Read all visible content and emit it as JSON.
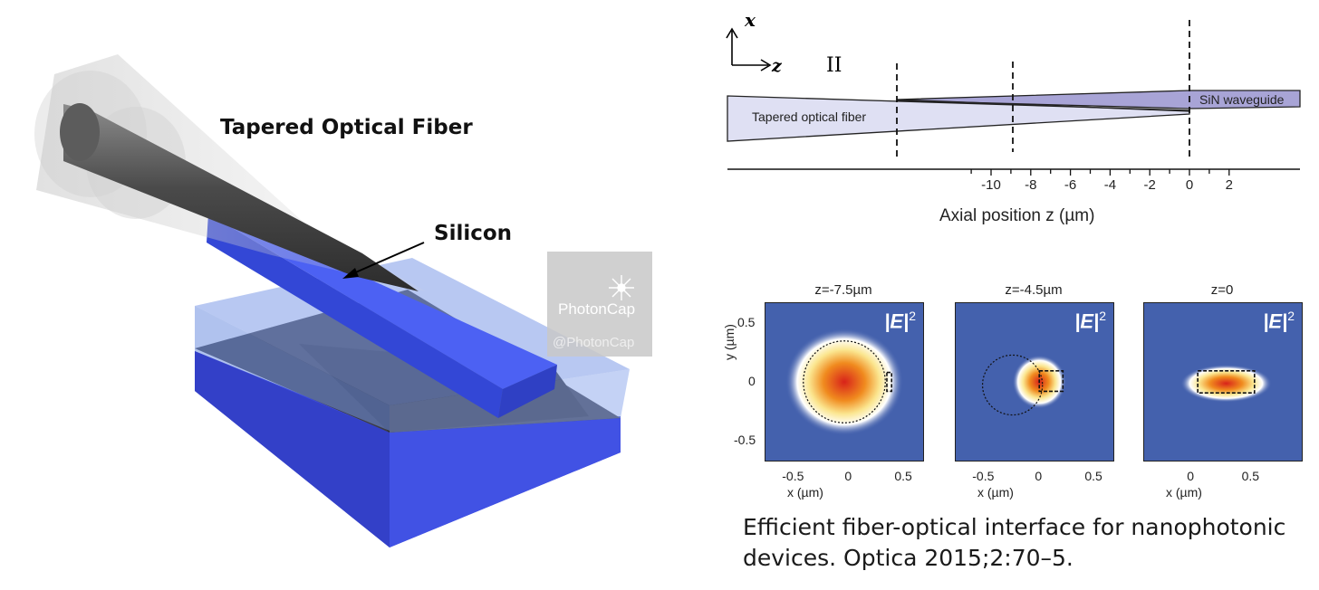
{
  "left_diagram": {
    "fiber_label": "Tapered Optical Fiber",
    "silicon_label": "Silicon",
    "watermark_name": "PhotonCap",
    "watermark_handle": "@PhotonCap",
    "colors": {
      "silicon": "#4a5ff0",
      "substrate": "#3a48d8",
      "cladding": "#7fa0e6",
      "fiber": "#555555"
    }
  },
  "side_view": {
    "axis_x_label": "x",
    "axis_z_label": "z",
    "region_label": "II",
    "fiber_label": "Tapered optical fiber",
    "waveguide_label": "SiN waveguide",
    "xlabel": "Axial position z (µm)",
    "ticks": [
      "-10",
      "-8",
      "-6",
      "-4",
      "-2",
      "0",
      "2"
    ],
    "colors": {
      "fiber": "#dfe0f3",
      "waveguide": "#a8a4d6"
    }
  },
  "field_plots": {
    "field_label": "|E|",
    "field_exponent": "2",
    "y_axis_label": "y (µm)",
    "y_ticks": [
      "0.5",
      "0",
      "-0.5"
    ],
    "panels": [
      {
        "title": "z=-7.5µm",
        "x_label": "x (µm)",
        "x_ticks": [
          "-0.5",
          "0",
          "0.5"
        ]
      },
      {
        "title": "z=-4.5µm",
        "x_label": "x (µm)",
        "x_ticks": [
          "-0.5",
          "0",
          "0.5"
        ]
      },
      {
        "title": "z=0",
        "x_label": "x (µm)",
        "x_ticks": [
          "0",
          "0.5"
        ]
      }
    ],
    "colors": {
      "background": "#4461ad",
      "peak": "#e02a1a"
    }
  },
  "caption": {
    "line1": "Efficient fiber-optical interface for nanophotonic",
    "line2": "devices. Optica 2015;2:70–5."
  }
}
